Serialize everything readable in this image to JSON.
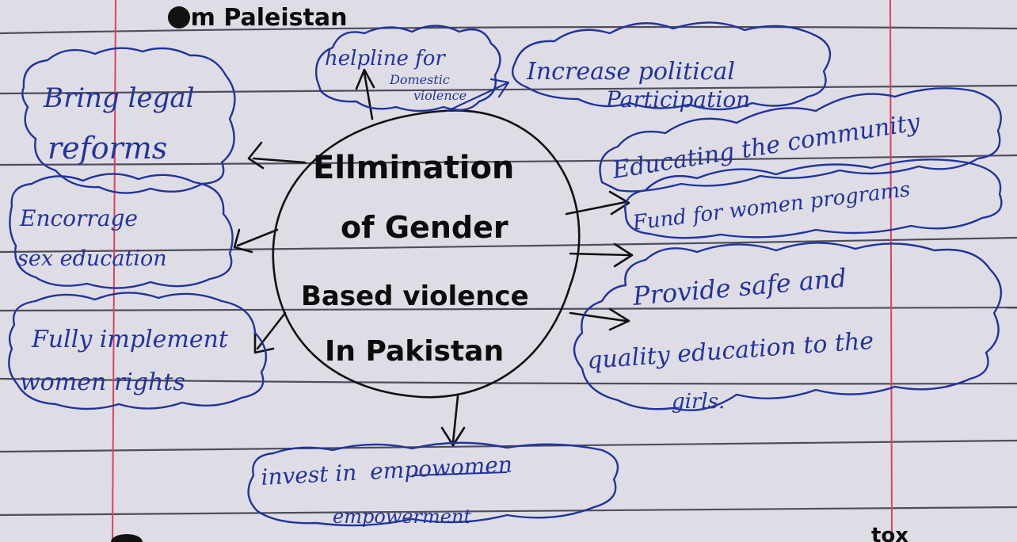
{
  "page": {
    "top_fragment": "om Paleistan",
    "bottom_fragment": "tox"
  },
  "central_topic": {
    "line1": "Ellmination",
    "line2": "of Gender",
    "line3": "Based violence",
    "line4": "In Pakistan"
  },
  "branches": {
    "helpline": {
      "line1": "helpline for",
      "line2": "Domestic",
      "line3": "violence"
    },
    "political": {
      "line1": "Increase political",
      "line2": "Participation"
    },
    "community": {
      "line1": "Educating the community"
    },
    "fund": {
      "line1": "Fund for women programs"
    },
    "education": {
      "line1": "Provide safe and",
      "line2": "quality education to the",
      "line3": "girls."
    },
    "empower": {
      "line1": "invest in",
      "line1_struck": "empowomen",
      "line2": "empowerment"
    },
    "legal": {
      "line1": "Bring legal",
      "line2": "reforms"
    },
    "sex_education": {
      "line1": "Encorrage",
      "line2": "sex education"
    },
    "rights": {
      "line1": "Fully implement",
      "line2": "women rights"
    }
  },
  "colors": {
    "paper": "#dedde6",
    "rule_line": "#4d4d5c",
    "margin_line": "#e0405e",
    "blue_ink": "#23339c",
    "black_ink": "#111111"
  }
}
